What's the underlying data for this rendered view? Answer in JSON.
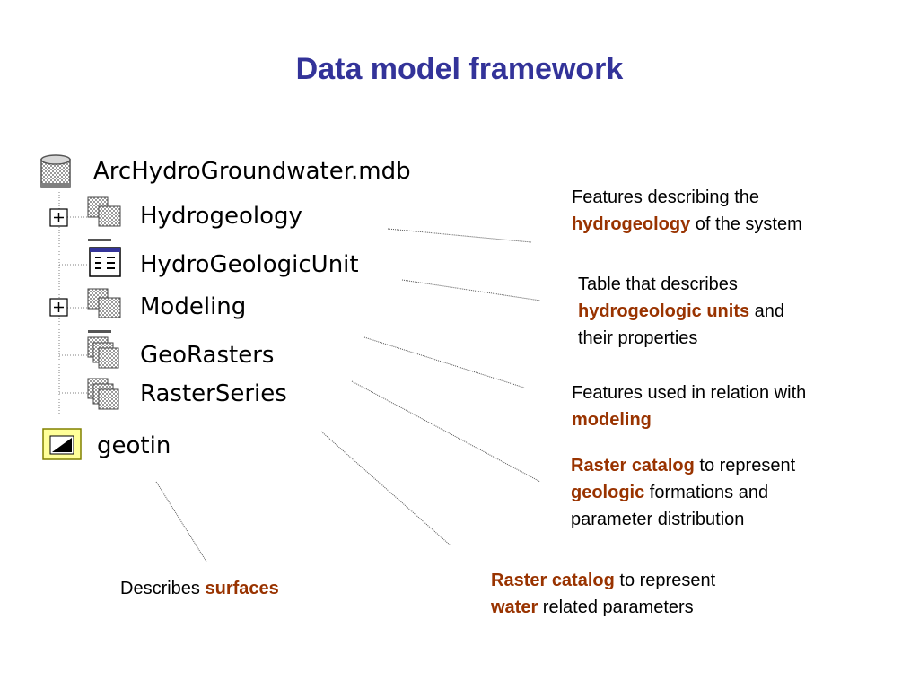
{
  "title": "Data model framework",
  "colors": {
    "title": "#333399",
    "highlight": "#993300"
  },
  "tree": {
    "root": {
      "label": "ArcHydroGroundwater.mdb",
      "icon": "database-icon"
    },
    "items": [
      {
        "label": "Hydrogeology",
        "icon": "feature-dataset-icon",
        "expander": "+"
      },
      {
        "label": "HydroGeologicUnit",
        "icon": "table-icon"
      },
      {
        "label": "Modeling",
        "icon": "feature-dataset-icon",
        "expander": "+"
      },
      {
        "label": "GeoRasters",
        "icon": "raster-catalog-icon"
      },
      {
        "label": "RasterSeries",
        "icon": "raster-catalog-icon"
      }
    ],
    "geotin": {
      "label": "geotin",
      "icon": "tin-icon"
    }
  },
  "annotations": {
    "hydrogeology": {
      "line1": "Features describing the",
      "bold": "hydrogeology",
      "rest": " of the system"
    },
    "units": {
      "line1": "Table that describes",
      "bold": "hydrogeologic units",
      "rest": " and",
      "line3": "their properties"
    },
    "modeling": {
      "line1": "Features used in relation with",
      "bold": "modeling"
    },
    "georasters": {
      "bold1": "Raster catalog",
      "rest1": " to represent",
      "bold2": "geologic",
      "rest2": " formations and",
      "line3": "parameter distribution"
    },
    "rasterseries": {
      "bold1": "Raster catalog",
      "rest1": " to represent",
      "bold2": "water",
      "rest2": " related parameters"
    },
    "surfaces": {
      "prefix": "Describes ",
      "bold": "surfaces"
    }
  }
}
